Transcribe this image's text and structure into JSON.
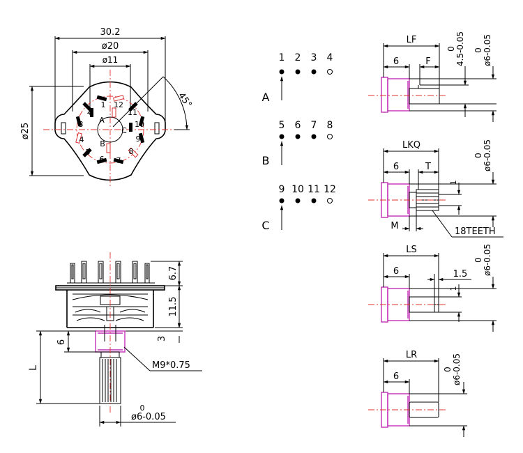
{
  "top_view": {
    "dim_width": "30.2",
    "dim_d20": "ø20",
    "dim_d11": "ø11",
    "dim_d25": "ø25",
    "dim_angle": "45°",
    "terminals": [
      "1",
      "2",
      "3",
      "4",
      "5",
      "6",
      "7",
      "8",
      "9",
      "10",
      "11",
      "12"
    ],
    "wipers": [
      "A",
      "B",
      "C"
    ]
  },
  "side_view": {
    "dim_h1": "6.7",
    "dim_h2": "11.5",
    "dim_h3": "3",
    "dim_6": "6",
    "dim_L": "L",
    "thread": "M9*0.75",
    "shaft_tol": "0",
    "shaft_dia": "ø6-0.05"
  },
  "schematic": {
    "groups": [
      {
        "name": "A",
        "pins": [
          "1",
          "2",
          "3",
          "4"
        ]
      },
      {
        "name": "B",
        "pins": [
          "5",
          "6",
          "7",
          "8"
        ]
      },
      {
        "name": "C",
        "pins": [
          "9",
          "10",
          "11",
          "12"
        ]
      }
    ]
  },
  "shafts": [
    {
      "length_label": "LF",
      "dim_6": "6",
      "flat_label": "F",
      "tol_a": "0",
      "dia_a": "4.5-0.05",
      "tol_b": "0",
      "dia_b": "ø6-0.05"
    },
    {
      "length_label": "LKQ",
      "dim_6": "6",
      "knurl_label": "T",
      "dim_1": "1",
      "m_label": "M",
      "teeth": "18TEETH",
      "tol_b": "0",
      "dia_b": "ø6-0.05"
    },
    {
      "length_label": "LS",
      "dim_6": "6",
      "slot_label": "1.5",
      "dim_1": "1",
      "tol_b": "0",
      "dia_b": "ø6-0.05"
    },
    {
      "length_label": "LR",
      "dim_6": "6",
      "tol_b": "0",
      "dia_b": "ø6-0.05"
    }
  ]
}
